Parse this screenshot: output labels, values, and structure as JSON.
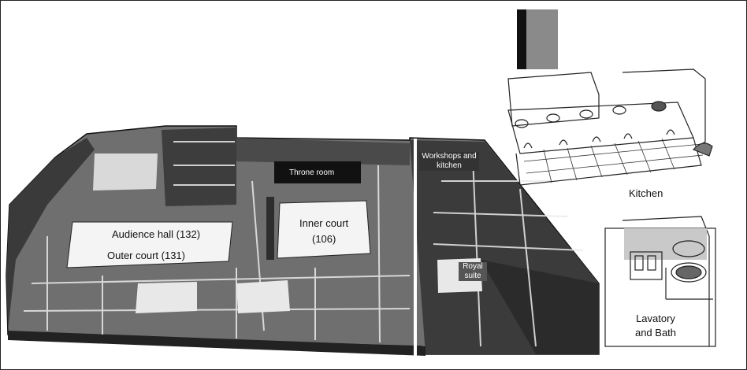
{
  "labels": {
    "throne_room": "Throne room",
    "workshops": "Workshops and kitchen",
    "inner_court": "Inner court",
    "inner_court_num": "(106)",
    "audience_hall": "Audience hall (132)",
    "outer_court": "Outer court (131)",
    "royal_suite": "Royal suite",
    "kitchen": "Kitchen",
    "lavatory": "Lavatory and Bath"
  }
}
